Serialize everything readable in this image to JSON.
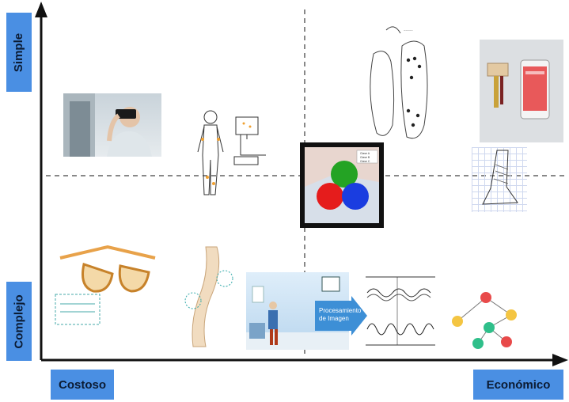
{
  "axes": {
    "y_top_label": "Simple",
    "y_bottom_label": "Complejo",
    "x_left_label": "Costoso",
    "x_right_label": "Económico"
  },
  "images": {
    "processing_label_line1": "Procesamiento",
    "processing_label_line2": "de Imagen",
    "scatter_legend": [
      "Clase A",
      "Clase B",
      "Clase C"
    ]
  },
  "colors": {
    "label_bg": "#4a8fe3",
    "axis": "#111111",
    "arrow_blue": "#3d8fd6",
    "node_yellow": "#f4c542",
    "node_red": "#e84a4a",
    "node_green": "#2fbf8a"
  }
}
